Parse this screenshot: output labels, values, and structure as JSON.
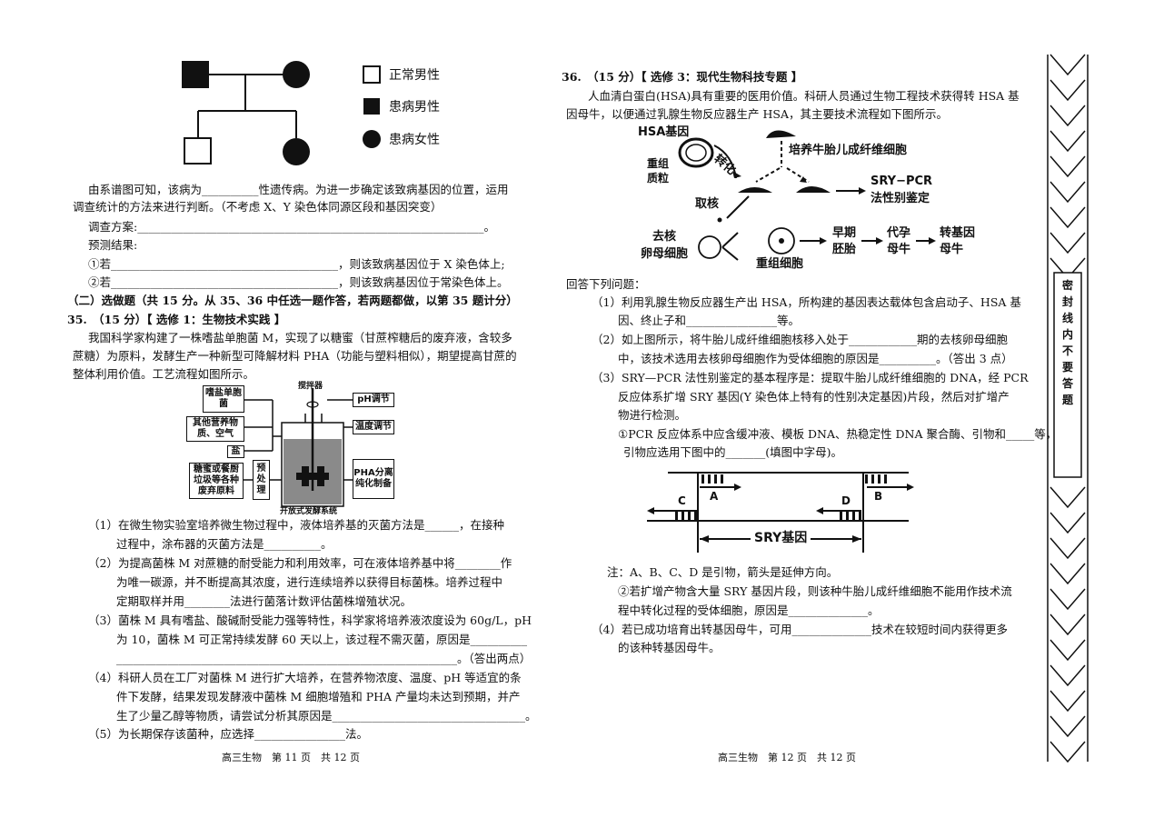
{
  "pedigree": {
    "legend": [
      "正常男性",
      "患病男性",
      "患病女性"
    ]
  },
  "left": {
    "p1": "由系谱图可知，该病为__________性遗传病。为进一步确定该致病基因的位置，运用",
    "p2": "调查统计的方法来进行判断。（不考虑 X、Y 染色体同源区段和基因突变）",
    "p3": "调查方案:_____________________________________________________________。",
    "p4": "预测结果:",
    "p5": "①若________________________________________，则该致病基因位于 X 染色体上;",
    "p6": "②若________________________________________，则该致病基因位于常染色体上。",
    "section": "（二）选做题（共 15 分。从 35、36 中任选一题作答，若两题都做，以第 35 题计分）",
    "q35_head": "35.　（15 分）【 选修 1：生物技术实践 】",
    "q35_i1": "我国科学家构建了一株嗜盐单胞菌 M，实现了以糖蜜（甘蔗榨糖后的废弃液，含较多",
    "q35_i2": "蔗糖）为原料，发酵生产一种新型可降解材料 PHA（功能与塑料相似），期望提高甘蔗的",
    "q35_i3": "整体利用价值。工艺流程如图所示。",
    "q1a": "（1）在微生物实验室培养微生物过程中，液体培养基的灭菌方法是______，在接种",
    "q1b": "过程中，涂布器的灭菌方法是__________。",
    "q2a": "（2）为提高菌株 M 对蔗糖的耐受能力和利用效率，可在液体培养基中将________作",
    "q2b": "为唯一碳源，并不断提高其浓度，进行连续培养以获得目标菌株。培养过程中",
    "q2c": "定期取样并用________法进行菌落计数评估菌株增殖状况。",
    "q3a": "（3）菌株 M 具有嗜盐、酸碱耐受能力强等特性，科学家将培养液浓度设为 60g/L，pH",
    "q3b": "为 10，菌株 M 可正常持续发酵 60 天以上，该过程不需灭菌，原因是__________",
    "q3c": "____________________________________________________________。（答出两点）",
    "q4a": "（4）科研人员在工厂对菌株 M 进行扩大培养，在营养物浓度、温度、pH 等适宜的条",
    "q4b": "件下发酵，结果发现发酵液中菌株 M 细胞增殖和 PHA 产量均未达到预期，并产",
    "q4c": "生了少量乙醇等物质，请尝试分析其原因是__________________________________。",
    "q5": "（5）为长期保存该菌种，应选择________________法。",
    "footer": "高三生物　第 11 页　共 12 页"
  },
  "ferment": {
    "box1": "嗜盐单胞菌",
    "box2": "其他营养物质、空气",
    "box3": "盐",
    "box4": "糖蜜或餐厨垃圾等各种废弃原料",
    "box5": "预处理",
    "box6": "PHA分离纯化制备",
    "stir": "搅拌器",
    "ph": "pH调节",
    "temp": "温度调节",
    "caption": "开放式发酵系统"
  },
  "right": {
    "q36_head": "36.　（15 分）【 选修 3：现代生物科技专题 】",
    "i1": "人血清白蛋白(HSA)具有重要的医用价值。科研人员通过生物工程技术获得转 HSA 基",
    "i2": "因母牛，以便通过乳腺生物反应器生产 HSA，其主要技术流程如下图所示。",
    "answer": "回答下列问题：",
    "r1a": "（1）利用乳腺生物反应器生产出 HSA，所构建的基因表达载体包含启动子、HSA 基",
    "r1b": "因、终止子和________________等。",
    "r2a": "（2）如上图所示，将牛胎儿成纤维细胞核移入处于____________期的去核卵母细胞",
    "r2b": "中，该技术选用去核卵母细胞作为受体细胞的原因是__________。（答出 3 点）",
    "r3a": "（3）SRY—PCR 法性别鉴定的基本程序是：提取牛胎儿成纤维细胞的 DNA，经 PCR",
    "r3b": "反应体系扩增 SRY 基因(Y 染色体上特有的性别决定基因)片段，然后对扩增产",
    "r3c": "物进行检测。",
    "r3d": "①PCR 反应体系中应含缓冲液、模板 DNA、热稳定性 DNA 聚合酶、引物和_____等，",
    "r3e": "引物应选用下图中的_______(填图中字母)。",
    "note": "注：A、B、C、D 是引物，箭头是延伸方向。",
    "r3f": "②若扩增产物含大量 SRY 基因片段，则该种牛胎儿成纤维细胞不能用作技术流",
    "r3g": "程中转化过程的受体细胞，原因是______________。",
    "r4a": "（4）若已成功培育出转基因母牛，可用______________技术在较短时间内获得更多",
    "r4b": "的该种转基因母牛。",
    "footer": "高三生物　第 12 页　共 12 页"
  },
  "flow": {
    "hsa": "HSA基因",
    "plasmid": "重组质粒",
    "transform": "转化",
    "fibro": "培养牛胎儿成纤维细胞",
    "sry": "SRY−PCR",
    "sex": "法性别鉴定",
    "take": "取核",
    "oocyte1": "去核",
    "oocyte2": "卵母细胞",
    "recomb": "重组细胞",
    "embryo": "早期胚胎",
    "surrogate": "代孕母牛",
    "cow": "转基因母牛"
  },
  "pcr": {
    "A": "A",
    "B": "B",
    "C": "C",
    "D": "D",
    "gene": "SRY基因"
  },
  "margin": {
    "text": "密　封　线　内　不　要　答　题"
  }
}
